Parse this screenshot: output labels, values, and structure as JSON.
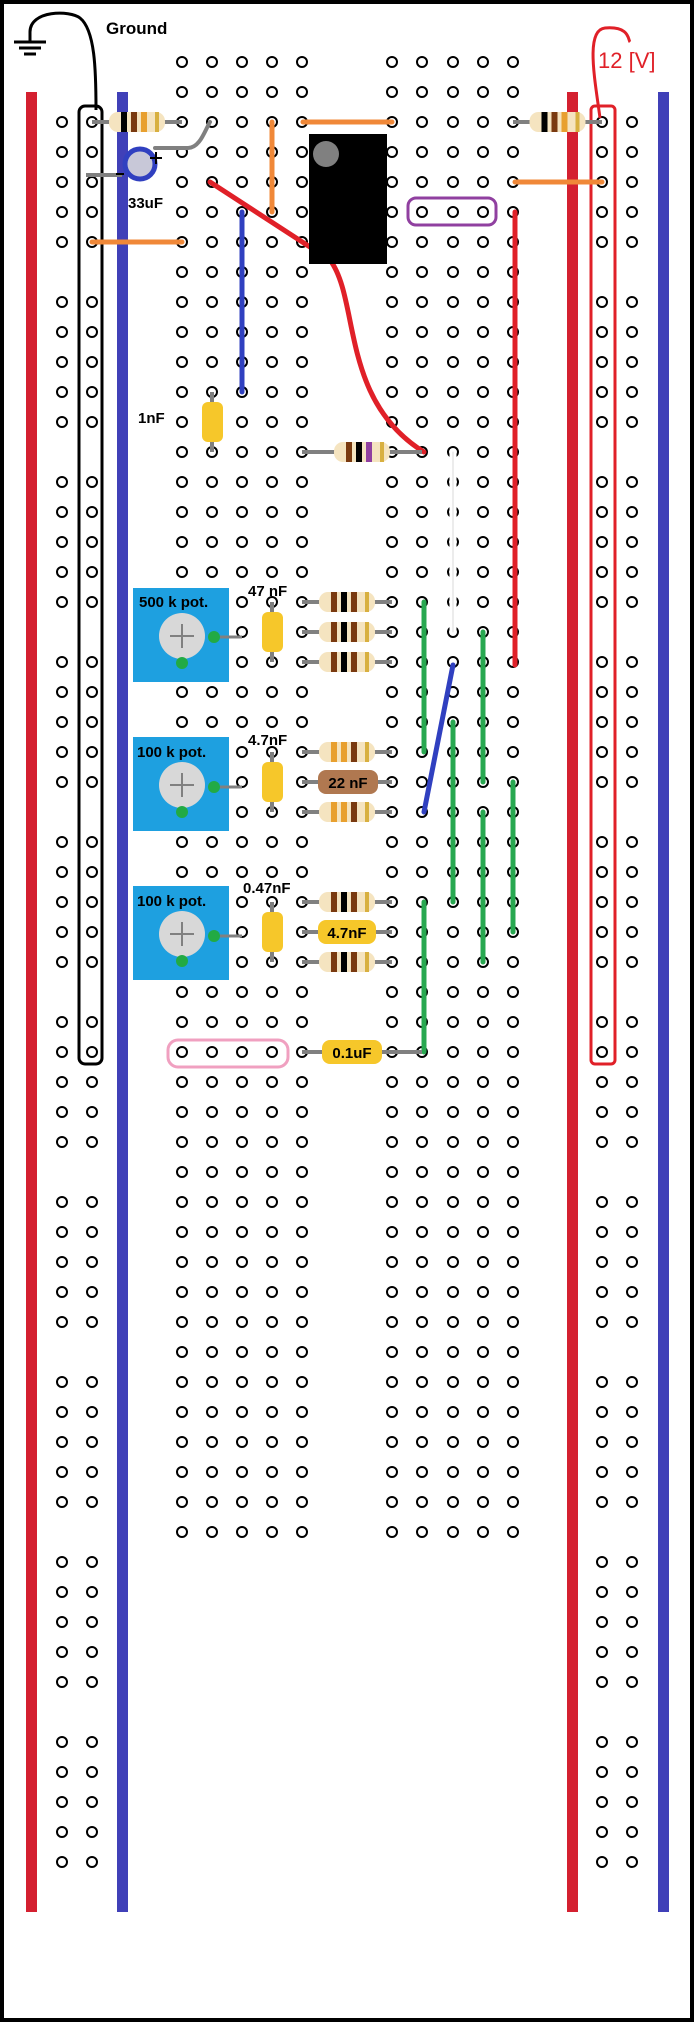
{
  "labels": {
    "ground": "Ground",
    "supply": "12 [V]",
    "cap_33": "33uF",
    "cap_1n": "1nF",
    "pot_1": "500 k pot.",
    "pot_2": "100 k pot.",
    "pot_3": "100 k pot.",
    "cap_47n": "47 nF",
    "cap_4n7_a": "4.7nF",
    "cap_047n": "0.47nF",
    "cap_22n": "22 nF",
    "cap_4n7_b": "4.7nF",
    "cap_01u": "0.1uF"
  },
  "colors": {
    "rail_positive": "#d42030",
    "rail_negative": "#4040b8",
    "wire_red": "#e02028",
    "wire_blue": "#3040c0",
    "wire_green": "#28a850",
    "wire_orange": "#f08838",
    "wire_gray": "#808080",
    "wire_white": "#ffffff",
    "cap_yellow": "#f6c72a",
    "cap_brown": "#b07850",
    "pot_body": "#1ea0e0",
    "pot_knob": "#d8d8d8",
    "pot_dot": "#22aa44",
    "resistor_body": "#f5e4c0",
    "ic_body": "#000000",
    "outline_black": "#000000",
    "outline_red": "#e02028",
    "outline_purple": "#9040a0",
    "outline_pink": "#f0a0c0",
    "hole": "#000000"
  }
}
